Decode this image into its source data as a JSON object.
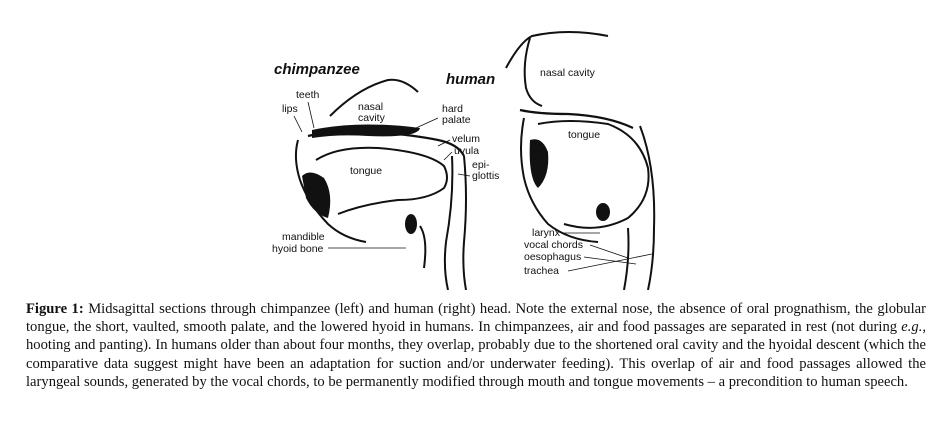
{
  "figure": {
    "title_chimp": "chimpanzee",
    "title_human": "human",
    "chimp_labels": {
      "teeth": "teeth",
      "lips": "lips",
      "nasal_cavity_1": "nasal",
      "nasal_cavity_2": "cavity",
      "tongue": "tongue",
      "mandible": "mandible",
      "hyoid_bone": "hyoid bone"
    },
    "middle_labels": {
      "hard_palate_1": "hard",
      "hard_palate_2": "palate",
      "velum": "velum",
      "uvula": "uvula",
      "epiglottis_1": "epi-",
      "epiglottis_2": "glottis"
    },
    "human_labels": {
      "nasal_cavity": "nasal cavity",
      "tongue": "tongue",
      "larynx": "larynx",
      "vocal_chords": "vocal chords",
      "oesophagus": "oesophagus",
      "trachea": "trachea"
    }
  },
  "caption": {
    "label": "Figure 1:",
    "part1": " Midsagittal sections through chimpanzee (left) and human (right) head. Note the external nose, the absence of oral prognathism, the globular tongue, the short, vaulted, smooth palate, and the lowered hyoid in humans. In chimpanzees, air and food passages are separated in rest (not during ",
    "eg": "e.g.",
    "part2": ", hooting and panting). In humans older than about four months, they overlap, probably due to the shortened oral cavity and the hyoidal descent (which the comparative data suggest might have been an adaptation for suction and/or underwater feeding). This overlap of air and food passages allowed the laryngeal sounds, generated by the vocal chords, to be permanently modified through mouth and tongue movements – a precondition to human speech."
  }
}
